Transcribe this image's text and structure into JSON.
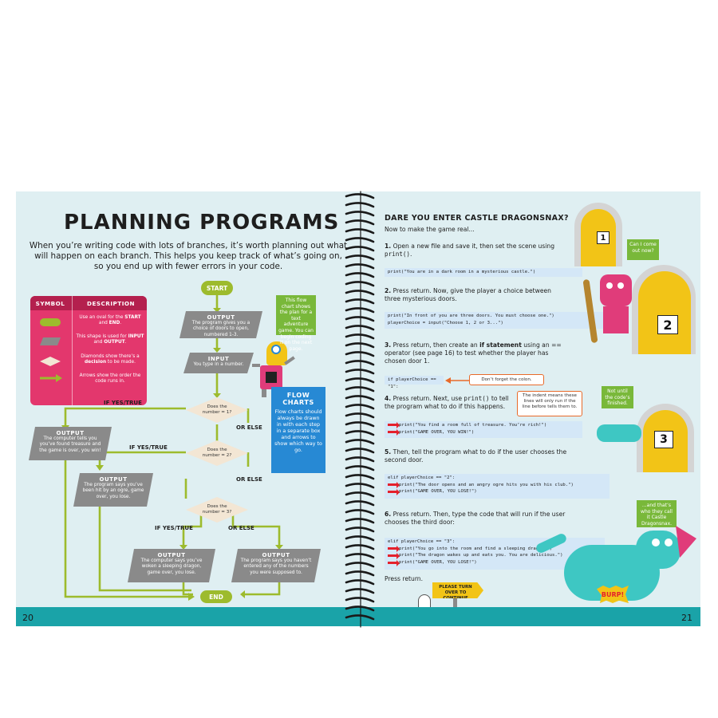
{
  "left": {
    "title": "PLANNING PROGRAMS",
    "intro": "When you’re writing code with lots of branches, it’s worth planning out what will happen on each branch. This helps you keep track of what’s going on, so you end up with fewer errors in your code.",
    "page_number": "20",
    "legend": {
      "header_symbol": "SYMBOL",
      "header_description": "DESCRIPTION",
      "rows": [
        {
          "parts": [
            "Use an oval for the ",
            "START",
            " and ",
            "END",
            "."
          ]
        },
        {
          "parts": [
            "This shape is used for ",
            "INPUT",
            " and ",
            "OUTPUT",
            "."
          ]
        },
        {
          "parts": [
            "Diamonds show there’s a ",
            "decision",
            " to be made."
          ]
        },
        {
          "parts": [
            "Arrows show the order the code runs in.",
            "",
            "",
            "",
            ""
          ]
        }
      ]
    },
    "flow": {
      "start": "START",
      "end": "END",
      "output1_title": "OUTPUT",
      "output1_text": "The program gives you a choice of doors to open, numbered 1-3.",
      "input_title": "INPUT",
      "input_text": "You type in a number.",
      "decision1": "Does the number = 1?",
      "decision2": "Does the number = 2?",
      "decision3": "Does the number = 3?",
      "if_yes": "IF YES/TRUE",
      "or_else": "OR ELSE",
      "out_treasure_title": "OUTPUT",
      "out_treasure_text": "The computer tells you you’ve found treasure and the game is over, you win!",
      "out_ogre_title": "OUTPUT",
      "out_ogre_text": "The program says you’ve been hit by an ogre, game over, you lose.",
      "out_dragon_title": "OUTPUT",
      "out_dragon_text": "The computer says you’ve woken a sleeping dragon, game over, you lose.",
      "out_none_title": "OUTPUT",
      "out_none_text": "The program says you haven’t entered any of the numbers you were supposed to."
    },
    "robot_bubble": "This flow chart shows the plan for a text adventure game. You can begin coding it on the next page.",
    "flow_charts_title": "FLOW CHARTS",
    "flow_charts_text": "Flow charts should always be drawn in with each step in a separate box and arrows to show which way to go."
  },
  "right": {
    "page_number": "21",
    "heading": "DARE YOU ENTER CASTLE DRAGONSNAX?",
    "subheading": "Now to make the game real...",
    "step1": {
      "num": "1.",
      "text": " Open a new file and save it, then set the scene using ",
      "code_word": "print()",
      "tail": "."
    },
    "code1": "print(\"You are in a dark room in a mysterious castle.\")",
    "step2": {
      "num": "2.",
      "text": " Press return. Now, give the player a choice between three mysterious doors."
    },
    "code2a": "print(\"In front of you are three doors. You must choose one.\")",
    "code2b": "playerChoice = input(\"Choose 1, 2 or 3...\")",
    "step3": {
      "num": "3.",
      "pre": " Press return, then create an ",
      "bold": "if statement",
      "post": " using an == operator (see page 16) to test whether the player has chosen door 1."
    },
    "code3": "if playerChoice == \"1\":",
    "note_colon": "Don’t forget the colon.",
    "step4": {
      "num": "4.",
      "pre": " Press return. Next, use ",
      "code_word": "print()",
      "post": " to tell the program what to do if this happens."
    },
    "note_indent": "The indent means these lines will only run if the line before tells them to.",
    "code4a": "print(\"You find a room full of treasure. You’re rich!\")",
    "code4b": "print(\"GAME OVER, YOU WIN!\")",
    "step5": {
      "num": "5.",
      "text": " Then, tell the program what to do if the user chooses the second door."
    },
    "code5a": "elif playerChoice == \"2\":",
    "code5b": "print(\"The door opens and an angry ogre hits you with his club.\")",
    "code5c": "print(\"GAME OVER, YOU LOSE!\")",
    "step6": {
      "num": "6.",
      "text": " Press return. Then, type the code that will run if the user chooses the third door:"
    },
    "code6a": "elif playerChoice == \"3\":",
    "code6b": "print(\"You go into the room and find a sleeping dragon.\")",
    "code6c": "print(\"The dragon wakes up and eats you. You are delicious.\")",
    "code6d": "print(\"GAME OVER, YOU LOSE!\")",
    "press_return": "Press return.",
    "turn_over": "PLEASE TURN OVER TO CONTINUE",
    "bubble_ogre": "Can I come out now?",
    "bubble_dragon": "Not until the code’s finished.",
    "bubble_end": "...and that’s who they call it Castle Dragonsnax.",
    "burp": "BURP!",
    "door1": "1",
    "door2": "2",
    "door3": "3"
  },
  "colors": {
    "page_bg": "#dfeff2",
    "footer_band": "#1aa3a8",
    "legend_pink": "#e3376d",
    "oval_green": "#9dbb2d",
    "box_grey": "#8a8a8a",
    "flow_arrow": "#9dbb2d",
    "flow_chart_blue": "#2789d4",
    "bubble_green": "#79b83a",
    "door_yellow": "#f2c417",
    "ogre_pink": "#e03c7a",
    "dragon_teal": "#3ec7c3",
    "code_bg": "#d4e7f7"
  }
}
